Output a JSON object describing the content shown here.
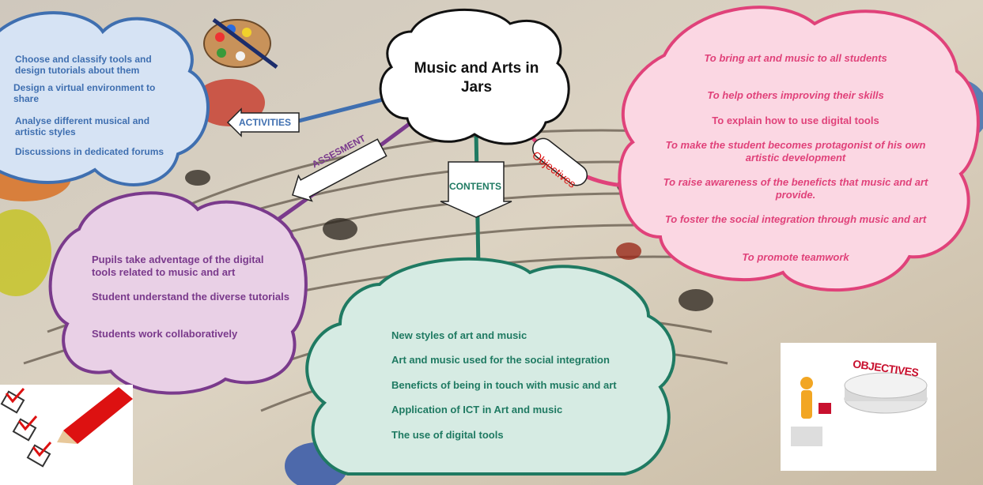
{
  "title": "Music and Arts in Jars",
  "branches": {
    "activities": "ACTIVITIES",
    "assesment": "ASSESMENT",
    "contents": "CONTENTS",
    "objectives": "Objectives"
  },
  "activities": [
    "Choose and classify tools and design tutorials about them",
    "Design a virtual environment to share",
    "Analyse different musical and artistic styles",
    "Discussions in dedicated forums"
  ],
  "objectives": [
    "To bring art and music to all students",
    "To help others improving their skills",
    "To explain how to use digital tools",
    "To make the student becomes protagonist of his own artistic development",
    "To raise awareness of the beneficts that music and art provide.",
    "To foster the social integration through music and art",
    "To promote teamwork"
  ],
  "assesment": [
    "Pupils take adventage of the digital tools related to music and art",
    "Student understand the diverse tutorials",
    "Students work collaboratively"
  ],
  "contents": [
    "New styles of art and music",
    "Art and music used for the social integration",
    "Beneficts of being in touch with music and art",
    "Application of ICT in Art and music",
    "The use of digital tools"
  ],
  "images": {
    "objectives_badge": "OBJECTIVES"
  },
  "colors": {
    "activities": "#3f6fb0",
    "objectives": "#e0427a",
    "assesment": "#7a3a8c",
    "contents": "#1f7a62"
  },
  "icons": [
    "palette-icon",
    "checklist-pencil-icon",
    "objectives-figure-icon"
  ]
}
